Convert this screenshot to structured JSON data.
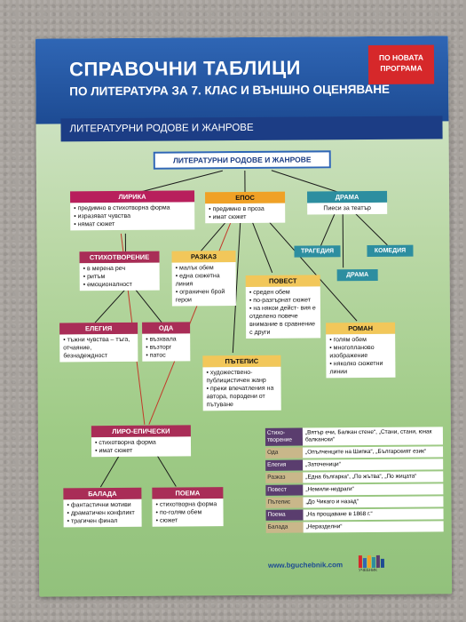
{
  "badge": [
    "ПО НОВАТА",
    "ПРОГРАМА"
  ],
  "title_line1": "СПРАВОЧНИ ТАБЛИЦИ",
  "title_line2": "ПО ЛИТЕРАТУРА ЗА 7. КЛАС И ВЪНШНО ОЦЕНЯВАНЕ",
  "section_heading": "ЛИТЕРАТУРНИ РОДОВЕ И ЖАНРОВЕ",
  "root": "ЛИТЕРАТУРНИ РОДОВЕ И ЖАНРОВЕ",
  "lyrics": {
    "title": "ЛИРИКА",
    "items": [
      "предимно в стихотворна форма",
      "изразяват чувства",
      "нямат сюжет"
    ]
  },
  "epos": {
    "title": "ЕПОС",
    "items": [
      "предимно в проза",
      "имат сюжет"
    ]
  },
  "drama": {
    "title": "ДРАМА",
    "desc": "Пиеси за театър",
    "tragedy": "ТРАГЕДИЯ",
    "comedy": "КОМЕДИЯ",
    "drama_sub": "ДРАМА"
  },
  "poem": {
    "title": "СТИХОТВОРЕНИЕ",
    "items": [
      "в мерена реч",
      "ритъм",
      "емоционалност"
    ]
  },
  "elegy": {
    "title": "ЕЛЕГИЯ",
    "items": [
      "тъжни чувства – тъга, отчаяние, безнадеждност"
    ]
  },
  "ode": {
    "title": "ОДА",
    "items": [
      "възхвала",
      "възторг",
      "патос"
    ]
  },
  "story": {
    "title": "РАЗКАЗ",
    "items": [
      "малък обем",
      "една сюжетна линия",
      "ограничен брой герои"
    ]
  },
  "novella": {
    "title": "ПОВЕСТ",
    "items": [
      "среден обем",
      "по-разгърнат сюжет",
      "на някои дейст- вия е отделено повече внимание в сравнение с други"
    ]
  },
  "novel": {
    "title": "РОМАН",
    "items": [
      "голям обем",
      "многопланово изображение",
      "няколко сюжетни линии"
    ]
  },
  "travel": {
    "title": "ПЪТЕПИС",
    "items": [
      "художествено-публицистичен жанр",
      "преки впечатления на автора, породени от пътуване"
    ]
  },
  "lyroepic": {
    "title": "ЛИРО-ЕПИЧЕСКИ",
    "items": [
      "стихотворна форма",
      "имат сюжет"
    ]
  },
  "ballad": {
    "title": "БАЛАДА",
    "items": [
      "фантастични мотиви",
      "драматичен конфликт",
      "трагичен финал"
    ]
  },
  "poema": {
    "title": "ПОЕМА",
    "items": [
      "стихотворна форма",
      "по-голям обем",
      "сюжет"
    ]
  },
  "examples": [
    {
      "genre": "Стихо- творение",
      "works": "„Вятър ечи, Балкан стене“, „Стани, стани, юнак балкански“"
    },
    {
      "genre": "Ода",
      "works": "„Опълченците на Шипка“, „Българският език“"
    },
    {
      "genre": "Елегия",
      "works": "„Заточеници“"
    },
    {
      "genre": "Разказ",
      "works": "„Една българка“, „По жътва“, „По жицата“"
    },
    {
      "genre": "Повест",
      "works": "„Немили-недраги“"
    },
    {
      "genre": "Пътепис",
      "works": "„До Чикаго и назад“"
    },
    {
      "genre": "Поема",
      "works": "„На прощаване в 1868 г.“"
    },
    {
      "genre": "Балада",
      "works": "„Неразделни“"
    }
  ],
  "footer_url": "www.bguchebnik.com",
  "publisher": "УЧЕБНИК",
  "colors": {
    "header": "#1d4b93",
    "badge": "#d6282a",
    "lyrics": "#b81f5c",
    "epos": "#f0a126",
    "drama": "#2d8ea0"
  }
}
